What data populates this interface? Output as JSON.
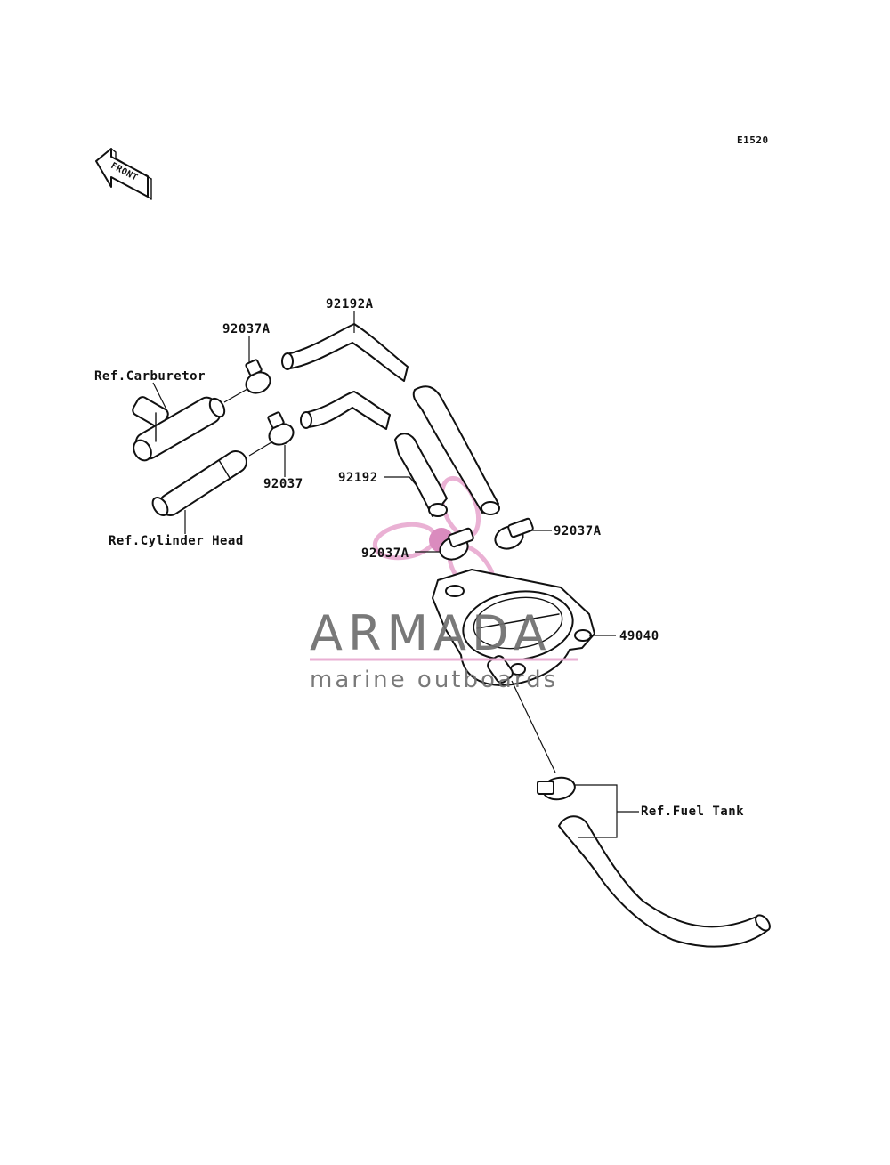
{
  "diagram_code": "E1520",
  "front_label": "FRONT",
  "parts": [
    {
      "id": "hose_upper",
      "number": "92192A"
    },
    {
      "id": "clamp_upper",
      "number": "92037A"
    },
    {
      "id": "clamp_lower",
      "number": "92037"
    },
    {
      "id": "hose_lower",
      "number": "92192"
    },
    {
      "id": "clamp_right",
      "number": "92037A"
    },
    {
      "id": "clamp_center",
      "number": "92037A"
    },
    {
      "id": "fuel_pump",
      "number": "49040"
    }
  ],
  "references": {
    "carburetor": "Ref.Carburetor",
    "cylinder_head": "Ref.Cylinder Head",
    "fuel_tank": "Ref.Fuel Tank"
  },
  "watermark": {
    "brand": "ARMADA",
    "tagline": "marine outboards",
    "text_color": "#6e6e6e",
    "accent_color": "#e8a9d0",
    "accent_dark": "#d77fb8"
  }
}
